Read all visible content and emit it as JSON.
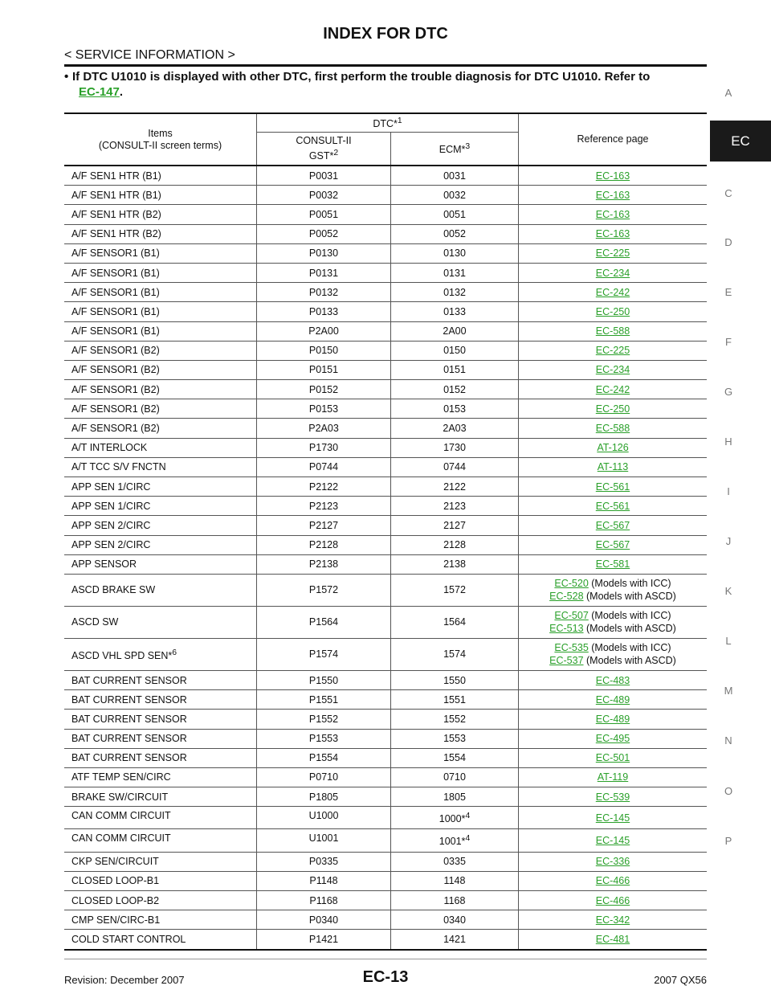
{
  "header": {
    "title": "INDEX FOR DTC",
    "section": "< SERVICE INFORMATION >",
    "note": "If DTC U1010 is displayed with other DTC, first perform the trouble diagnosis for DTC U1010. Refer to",
    "note_ref": "EC-147",
    "note_end": "."
  },
  "table": {
    "col_items": "Items",
    "col_items_sub": "(CONSULT-II screen terms)",
    "col_dtc": "DTC*",
    "col_dtc_sup": "1",
    "col_consult": "CONSULT-II",
    "col_gst": "GST*",
    "col_gst_sup": "2",
    "col_ecm": "ECM*",
    "col_ecm_sup": "3",
    "col_ref": "Reference page",
    "rows": [
      {
        "item": "A/F SEN1 HTR (B1)",
        "consult": "P0031",
        "ecm": "0031",
        "ref": "EC-163"
      },
      {
        "item": "A/F SEN1 HTR (B1)",
        "consult": "P0032",
        "ecm": "0032",
        "ref": "EC-163"
      },
      {
        "item": "A/F SEN1 HTR (B2)",
        "consult": "P0051",
        "ecm": "0051",
        "ref": "EC-163"
      },
      {
        "item": "A/F SEN1 HTR (B2)",
        "consult": "P0052",
        "ecm": "0052",
        "ref": "EC-163"
      },
      {
        "item": "A/F SENSOR1 (B1)",
        "consult": "P0130",
        "ecm": "0130",
        "ref": "EC-225"
      },
      {
        "item": "A/F SENSOR1 (B1)",
        "consult": "P0131",
        "ecm": "0131",
        "ref": "EC-234"
      },
      {
        "item": "A/F SENSOR1 (B1)",
        "consult": "P0132",
        "ecm": "0132",
        "ref": "EC-242"
      },
      {
        "item": "A/F SENSOR1 (B1)",
        "consult": "P0133",
        "ecm": "0133",
        "ref": "EC-250"
      },
      {
        "item": "A/F SENSOR1 (B1)",
        "consult": "P2A00",
        "ecm": "2A00",
        "ref": "EC-588"
      },
      {
        "item": "A/F SENSOR1 (B2)",
        "consult": "P0150",
        "ecm": "0150",
        "ref": "EC-225"
      },
      {
        "item": "A/F SENSOR1 (B2)",
        "consult": "P0151",
        "ecm": "0151",
        "ref": "EC-234"
      },
      {
        "item": "A/F SENSOR1 (B2)",
        "consult": "P0152",
        "ecm": "0152",
        "ref": "EC-242"
      },
      {
        "item": "A/F SENSOR1 (B2)",
        "consult": "P0153",
        "ecm": "0153",
        "ref": "EC-250"
      },
      {
        "item": "A/F SENSOR1 (B2)",
        "consult": "P2A03",
        "ecm": "2A03",
        "ref": "EC-588"
      },
      {
        "item": "A/T INTERLOCK",
        "consult": "P1730",
        "ecm": "1730",
        "ref": "AT-126"
      },
      {
        "item": "A/T TCC S/V FNCTN",
        "consult": "P0744",
        "ecm": "0744",
        "ref": "AT-113"
      },
      {
        "item": "APP SEN 1/CIRC",
        "consult": "P2122",
        "ecm": "2122",
        "ref": "EC-561"
      },
      {
        "item": "APP SEN 1/CIRC",
        "consult": "P2123",
        "ecm": "2123",
        "ref": "EC-561"
      },
      {
        "item": "APP SEN 2/CIRC",
        "consult": "P2127",
        "ecm": "2127",
        "ref": "EC-567"
      },
      {
        "item": "APP SEN 2/CIRC",
        "consult": "P2128",
        "ecm": "2128",
        "ref": "EC-567"
      },
      {
        "item": "APP SENSOR",
        "consult": "P2138",
        "ecm": "2138",
        "ref": "EC-581"
      }
    ],
    "rows_tall": [
      {
        "item": "ASCD BRAKE SW",
        "consult": "P1572",
        "ecm": "1572",
        "ref1": "EC-520",
        "ref1_note": " (Models with ICC)",
        "ref2": "EC-528",
        "ref2_note": " (Models with ASCD)"
      },
      {
        "item": "ASCD SW",
        "consult": "P1564",
        "ecm": "1564",
        "ref1": "EC-507",
        "ref1_note": " (Models with ICC)",
        "ref2": "EC-513",
        "ref2_note": " (Models with ASCD)"
      },
      {
        "item": "ASCD VHL SPD SEN*",
        "item_sup": "6",
        "consult": "P1574",
        "ecm": "1574",
        "ref1": "EC-535",
        "ref1_note": " (Models with ICC)",
        "ref2": "EC-537",
        "ref2_note": " (Models with ASCD)"
      }
    ],
    "rows2": [
      {
        "item": "BAT CURRENT SENSOR",
        "consult": "P1550",
        "ecm": "1550",
        "ref": "EC-483"
      },
      {
        "item": "BAT CURRENT SENSOR",
        "consult": "P1551",
        "ecm": "1551",
        "ref": "EC-489"
      },
      {
        "item": "BAT CURRENT SENSOR",
        "consult": "P1552",
        "ecm": "1552",
        "ref": "EC-489"
      },
      {
        "item": "BAT CURRENT SENSOR",
        "consult": "P1553",
        "ecm": "1553",
        "ref": "EC-495"
      },
      {
        "item": "BAT CURRENT SENSOR",
        "consult": "P1554",
        "ecm": "1554",
        "ref": "EC-501"
      },
      {
        "item": "ATF TEMP SEN/CIRC",
        "consult": "P0710",
        "ecm": "0710",
        "ref": "AT-119"
      },
      {
        "item": "BRAKE SW/CIRCUIT",
        "consult": "P1805",
        "ecm": "1805",
        "ref": "EC-539"
      }
    ],
    "rows_can": [
      {
        "item": "CAN COMM CIRCUIT",
        "consult": "U1000",
        "ecm": "1000*",
        "ecm_sup": "4",
        "ref": "EC-145"
      },
      {
        "item": "CAN COMM CIRCUIT",
        "consult": "U1001",
        "ecm": "1001*",
        "ecm_sup": "4",
        "ref": "EC-145"
      }
    ],
    "rows3": [
      {
        "item": "CKP SEN/CIRCUIT",
        "consult": "P0335",
        "ecm": "0335",
        "ref": "EC-336"
      },
      {
        "item": "CLOSED LOOP-B1",
        "consult": "P1148",
        "ecm": "1148",
        "ref": "EC-466"
      },
      {
        "item": "CLOSED LOOP-B2",
        "consult": "P1168",
        "ecm": "1168",
        "ref": "EC-466"
      },
      {
        "item": "CMP SEN/CIRC-B1",
        "consult": "P0340",
        "ecm": "0340",
        "ref": "EC-342"
      },
      {
        "item": "COLD START CONTROL",
        "consult": "P1421",
        "ecm": "1421",
        "ref": "EC-481"
      }
    ]
  },
  "side_tabs": {
    "active": "EC",
    "letters": [
      "A",
      "C",
      "D",
      "E",
      "F",
      "G",
      "H",
      "I",
      "J",
      "K",
      "L",
      "M",
      "N",
      "O",
      "P"
    ]
  },
  "footer": {
    "revision": "Revision: December 2007",
    "page": "EC-13",
    "model": "2007 QX56"
  },
  "colors": {
    "link": "#2aa02a",
    "tab_bg": "#1a1a1a"
  }
}
